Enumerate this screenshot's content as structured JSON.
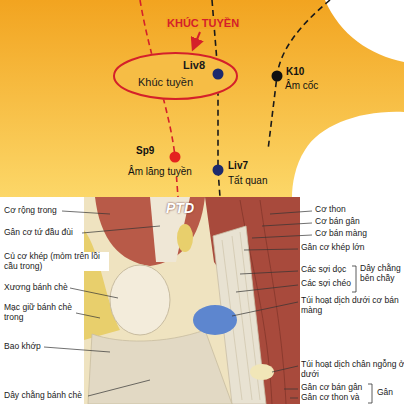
{
  "diagram": {
    "nodes": [
      {
        "text": [
          "Liv8",
          "Khúc tuyền"
        ]
      }
    ],
    "labels": [
      "KHÚC TUYỀN",
      "K10",
      "Âm cốc",
      "Sp9",
      "Âm lăng tuyền",
      "Liv7",
      "Tất quan",
      "PTD",
      "Cơ rộng trong",
      "Gân cơ tứ đầu đùi",
      "Củ cơ khép (mỏm trên lồi cầu trong)",
      "Xương bánh chè",
      "Mạc giữ bánh chè trong",
      "Bao khớp",
      "Dây chằng bánh chè",
      "Cơ thon",
      "Cơ bán gân",
      "Cơ bán màng",
      "Gân cơ khép lớn",
      "Các sợi dọc",
      "Các sợi chéo",
      "Dây chằng bên chầy",
      "Túi hoạt dịch dưới cơ bán màng",
      "Túi hoạt dịch chân ngỗng ở dưới",
      "Gân cơ bán gân",
      "Gân cơ thon và",
      "Gân"
    ]
  }
}
